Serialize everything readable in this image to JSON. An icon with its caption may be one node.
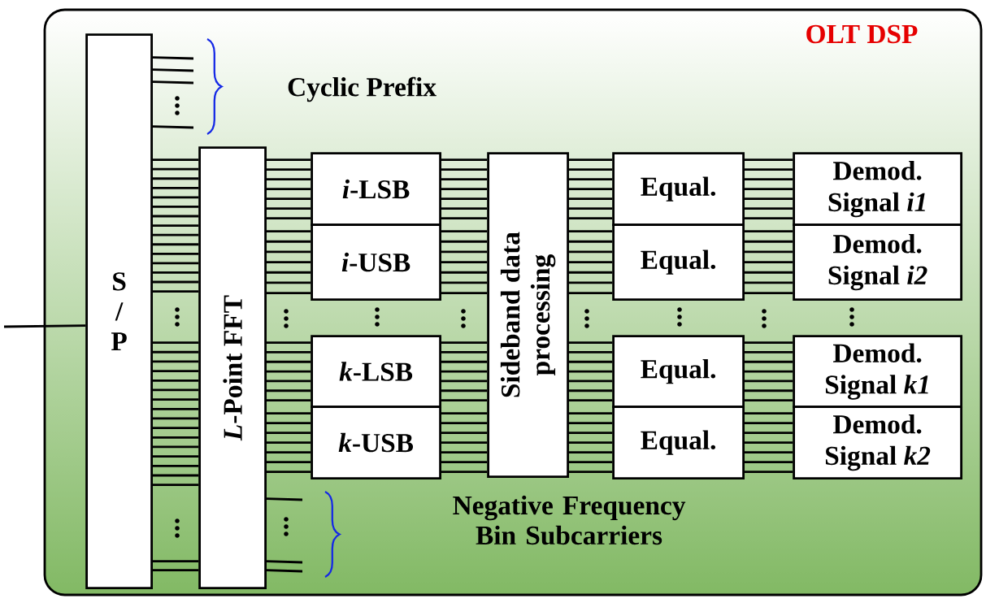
{
  "diagram": {
    "nodes": [
      {
        "text": [
          "OLT DSP"
        ]
      },
      {
        "text": [
          "S / P"
        ],
        "in": 0
      },
      {
        "text": [
          "*L*-Point FFT"
        ],
        "in": 0
      },
      {
        "text": [
          "*i*-LSB"
        ],
        "in": 0
      },
      {
        "text": [
          "*i*-USB"
        ],
        "in": 0
      },
      {
        "text": [
          "*k*-LSB"
        ],
        "in": 0
      },
      {
        "text": [
          "*k*-USB"
        ],
        "in": 0
      },
      {
        "text": [
          "Sideband data processing"
        ],
        "in": 0
      },
      {
        "text": [
          "Equal."
        ],
        "in": 0
      },
      {
        "text": [
          "Equal."
        ],
        "in": 0
      },
      {
        "text": [
          "Equal."
        ],
        "in": 0
      },
      {
        "text": [
          "Equal."
        ],
        "in": 0
      },
      {
        "text": [
          "Demod. Signal *i1*"
        ],
        "in": 0
      },
      {
        "text": [
          "Demod. Signal *i2*"
        ],
        "in": 0
      },
      {
        "text": [
          "Demod. Signal *k1*"
        ],
        "in": 0
      },
      {
        "text": [
          "Demod. Signal *k2*"
        ],
        "in": 0
      }
    ],
    "edges": [
      {
        "from": null,
        "to": 1,
        "arrow": "none"
      },
      {
        "from": 1,
        "to": null,
        "arrow": "none"
      },
      {
        "from": 1,
        "to": 2,
        "arrow": "none"
      },
      {
        "from": 2,
        "to": 3,
        "arrow": "none"
      },
      {
        "from": 2,
        "to": 4,
        "arrow": "none"
      },
      {
        "from": 2,
        "to": 5,
        "arrow": "none"
      },
      {
        "from": 2,
        "to": 6,
        "arrow": "none"
      },
      {
        "from": 2,
        "to": null,
        "arrow": "none"
      },
      {
        "from": 3,
        "to": 7,
        "arrow": "none"
      },
      {
        "from": 4,
        "to": 7,
        "arrow": "none"
      },
      {
        "from": 5,
        "to": 7,
        "arrow": "none"
      },
      {
        "from": 6,
        "to": 7,
        "arrow": "none"
      },
      {
        "from": 7,
        "to": 8,
        "arrow": "none"
      },
      {
        "from": 7,
        "to": 9,
        "arrow": "none"
      },
      {
        "from": 7,
        "to": 10,
        "arrow": "none"
      },
      {
        "from": 7,
        "to": 11,
        "arrow": "none"
      },
      {
        "from": 8,
        "to": 12,
        "arrow": "none"
      },
      {
        "from": 9,
        "to": 13,
        "arrow": "none"
      },
      {
        "from": 10,
        "to": 14,
        "arrow": "none"
      },
      {
        "from": 11,
        "to": 15,
        "arrow": "none"
      }
    ],
    "labels": [
      "Cyclic Prefix",
      "Negative Frequency Bin Subcarriers"
    ]
  }
}
